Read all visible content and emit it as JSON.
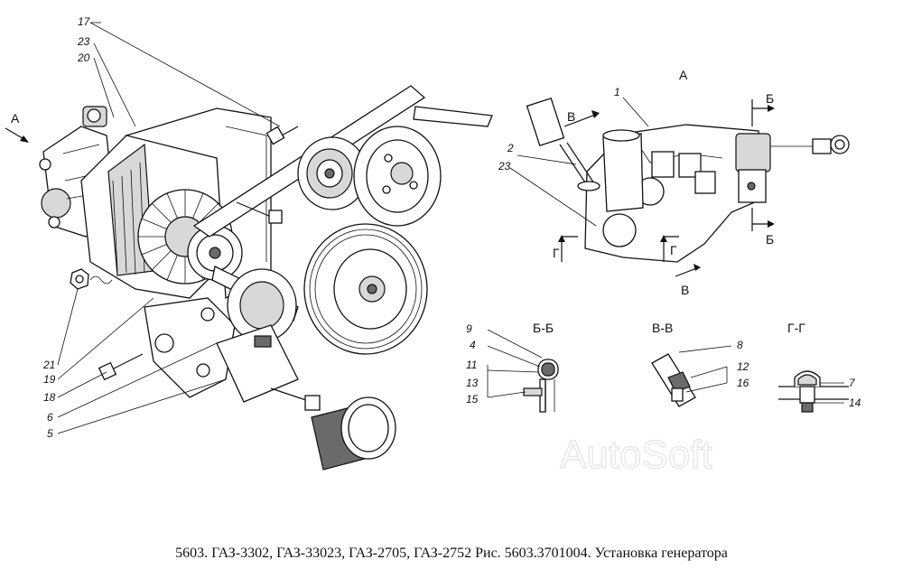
{
  "caption": "5603. ГАЗ-3302, ГАЗ-33023, ГАЗ-2705, ГАЗ-2752 Рис. 5603.3701004. Установка генератора",
  "watermark": "AutoSoft",
  "main_view": {
    "view_arrow_label": "А",
    "callouts": {
      "c17": "17",
      "c23": "23",
      "c20": "20",
      "c21": "21",
      "c19": "19",
      "c18": "18",
      "c6": "6",
      "c5": "5"
    }
  },
  "detail_view": {
    "title": "А",
    "callouts": {
      "c1": "1",
      "c2": "2",
      "c23": "23"
    },
    "section_marks": {
      "b_top": "Б",
      "b_bottom": "Б",
      "v_top": "В",
      "v_bottom": "В",
      "g_left": "Г",
      "g_right": "Г"
    }
  },
  "sections": {
    "bb": {
      "title": "Б-Б",
      "callouts": {
        "c9": "9",
        "c4": "4",
        "c11": "11",
        "c13": "13",
        "c15": "15"
      }
    },
    "vv": {
      "title": "В-В",
      "callouts": {
        "c8": "8",
        "c12": "12",
        "c16": "16"
      }
    },
    "gg": {
      "title": "Г-Г",
      "callouts": {
        "c7": "7",
        "c14": "14"
      }
    }
  }
}
